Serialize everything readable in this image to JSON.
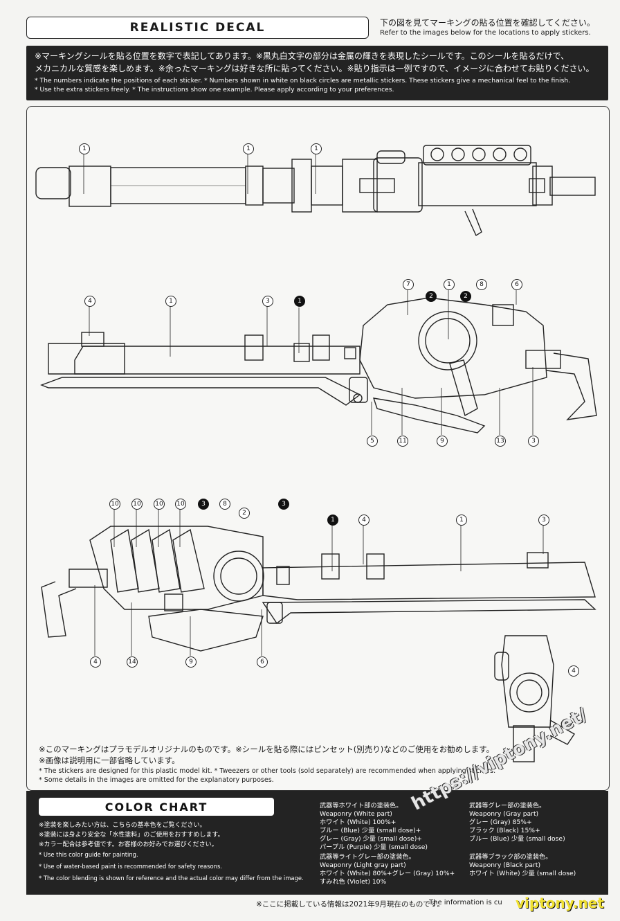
{
  "header": {
    "title": "REALISTIC DECAL",
    "instruction_jp": "下の図を見てマーキングの貼る位置を確認してください。",
    "instruction_en": "Refer to the images below for the locations to apply stickers."
  },
  "notice": {
    "jp_line1": "※マーキングシールを貼る位置を数字で表記してあります。※黒丸白文字の部分は金属の輝きを表現したシールです。このシールを貼るだけで、",
    "jp_line2": "メカニカルな質感を楽しめます。※余ったマーキングは好きな所に貼ってください。※貼り指示は一例ですので、イメージに合わせてお貼りください。",
    "en_line1": "* The numbers indicate the positions of each sticker. * Numbers shown in white on black circles are metallic stickers. These stickers give a mechanical feel to the finish.",
    "en_line2": "* Use the extra stickers freely. * The instructions show one example. Please apply according to your preferences."
  },
  "diagram": {
    "top_view_markers": [
      "1",
      "1",
      "1"
    ],
    "side_view_markers": [
      "4",
      "1",
      "3",
      "1",
      "7",
      "2",
      "1",
      "2",
      "8",
      "6",
      "5",
      "11",
      "9",
      "13",
      "3"
    ],
    "reverse_view_markers": [
      "10",
      "10",
      "10",
      "10",
      "3",
      "8",
      "3",
      "2",
      "1",
      "4",
      "1",
      "3",
      "4",
      "14",
      "9",
      "6"
    ],
    "rear_view_marker": "4",
    "metallic_markers": [
      "1",
      "2",
      "3"
    ]
  },
  "footnotes": {
    "jp": "※このマーキングはプラモデルオリジナルのものです。※シールを貼る際にはピンセット(別売り)などのご使用をお勧めします。",
    "jp2": "※画像は説明用に一部省略しています。",
    "en1": "* The stickers are designed for this plastic model kit. * Tweezers or other tools (sold separately) are recommended when applying stickers.",
    "en2": "* Some details in the images are omitted for the explanatory purposes."
  },
  "color_chart": {
    "title": "COLOR CHART",
    "notes_jp": [
      "※塗装を楽しみたい方は、こちらの基本色をご覧ください。",
      "※塗装には身より安全な「水性塗料」のご使用をおすすめします。",
      "※カラー配合は参考値です。お客様のお好みでお選びください。"
    ],
    "notes_en": [
      "* Use this color guide for painting.",
      "* Use of water-based paint is recommended for safety reasons.",
      "* The color blending is shown for reference and the actual color may differ from the image."
    ],
    "groups": [
      {
        "head_jp": "武器等ホワイト部の塗装色。",
        "head_en": "Weaponry (White part)",
        "lines": [
          "ホワイト (White) 100%+",
          "ブルー (Blue) 少量 (small dose)+",
          "グレー (Gray) 少量 (small dose)+",
          "パープル (Purple) 少量 (small dose)"
        ]
      },
      {
        "head_jp": "武器等グレー部の塗装色。",
        "head_en": "Weaponry (Gray part)",
        "lines": [
          "グレー (Gray) 85%+",
          "ブラック (Black) 15%+",
          "ブルー (Blue) 少量 (small dose)"
        ]
      },
      {
        "head_jp": "武器等ライトグレー部の塗装色。",
        "head_en": "Weaponry (Light gray part)",
        "lines": [
          "ホワイト (White) 80%+グレー (Gray) 10%+",
          "すみれ色 (Violet) 10%"
        ]
      },
      {
        "head_jp": "武器等ブラック部の塗装色。",
        "head_en": "Weaponry (Black part)",
        "lines": [
          "ホワイト (White) 少量 (small dose)"
        ]
      }
    ]
  },
  "footer": {
    "jp": "※ここに掲載している情報は2021年9月現在のものです。",
    "en": "The information is cu"
  },
  "watermark": {
    "url": "https://viptony.net/",
    "site": "viptony.net"
  }
}
